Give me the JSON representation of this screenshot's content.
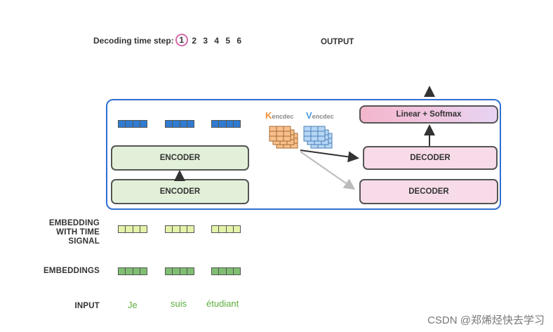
{
  "timestep": {
    "label": "Decoding time step:",
    "steps": [
      "1",
      "2",
      "3",
      "4",
      "5",
      "6"
    ],
    "active_index": 0
  },
  "output_label": "OUTPUT",
  "encoders": [
    "ENCODER",
    "ENCODER"
  ],
  "decoders": [
    "DECODER",
    "DECODER"
  ],
  "linear_softmax": "Linear + Softmax",
  "k_enc": {
    "letter": "K",
    "subscript": "encdec",
    "color": "#f0913a"
  },
  "v_enc": {
    "letter": "V",
    "subscript": "encdec",
    "color": "#4d9ae0"
  },
  "row_labels": {
    "embedding_time_lines": [
      "EMBEDDING",
      "WITH TIME",
      "SIGNAL"
    ],
    "embeddings": "EMBEDDINGS",
    "input": "INPUT"
  },
  "input_words": [
    "Je",
    "suis",
    "étudiant"
  ],
  "watermark": "CSDN @郑烯烃快去学习",
  "colors": {
    "frame": "#2e6fd1",
    "encoder_fill": "#e2f0d9",
    "decoder_fill": "#f8dbe8",
    "word": "#5cae3d",
    "active_step_circle": "#d46aa8",
    "encoder_output_vector": "#2f7bd2",
    "time_embedding_vector": "#e3f3a8",
    "embedding_vector": "#7fbf72"
  }
}
